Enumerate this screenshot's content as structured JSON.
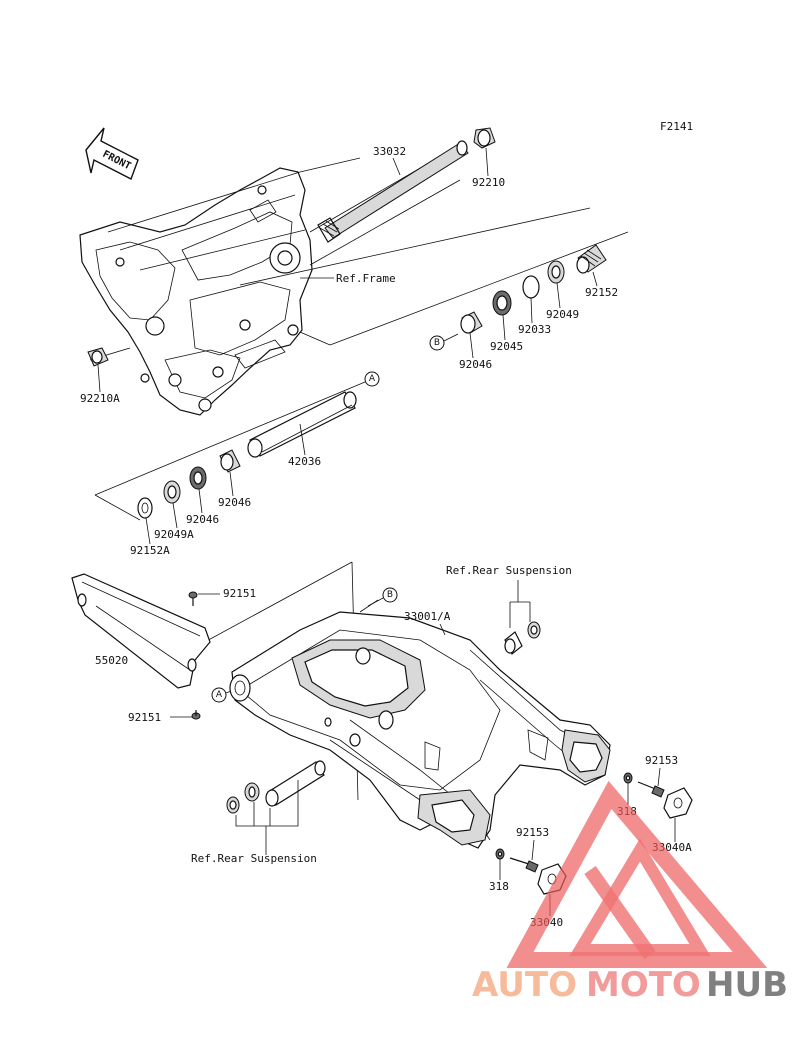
{
  "diagram_code": "F2141",
  "front_label": "FRONT",
  "refs": {
    "ref_frame": "Ref.Frame",
    "ref_rear_suspension_top": "Ref.Rear Suspension",
    "ref_rear_suspension_bottom": "Ref.Rear Suspension"
  },
  "callouts": {
    "a": "A",
    "b": "B"
  },
  "parts": {
    "p33032": "33032",
    "p92210": "92210",
    "p92210a": "92210A",
    "p92152": "92152",
    "p92049": "92049",
    "p92033": "92033",
    "p92045": "92045",
    "p92046_upper": "92046",
    "p42036": "42036",
    "p92046_mid": "92046",
    "p92046_low": "92046",
    "p92049a": "92049A",
    "p92152a": "92152A",
    "p92151_top": "92151",
    "p92151_bottom": "92151",
    "p55020": "55020",
    "p33001a": "33001/A",
    "p92153_right": "92153",
    "p92153_mid": "92153",
    "p318_right": "318",
    "p318_mid": "318",
    "p33040a": "33040A",
    "p33040": "33040"
  },
  "watermark": {
    "word_auto": "AUTO",
    "word_moto": "MOTO",
    "word_hub": "HUB",
    "color_auto": "#f5b08a",
    "color_moto": "#f08a8a",
    "color_hub": "#6a6a6a",
    "logo_color": "#ee5a5a"
  }
}
